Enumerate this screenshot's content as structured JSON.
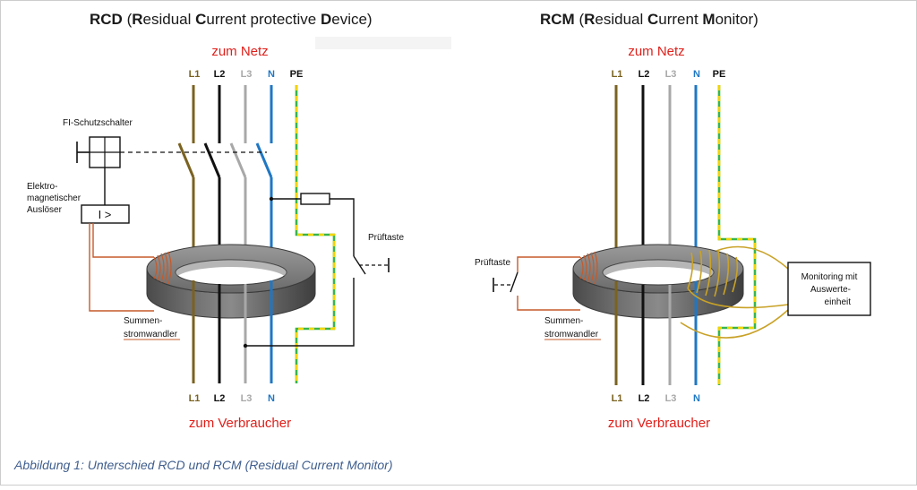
{
  "colors": {
    "L1": "#7a6220",
    "L2": "#111111",
    "L3": "#a8a8a8",
    "N": "#1f77c4",
    "PE_green": "#38b54a",
    "PE_yellow": "#f2d400",
    "red": "#e0201b",
    "caption": "#3f5e8e",
    "coil": "#c65a2a",
    "gold_coil": "#c9a227",
    "core_top": "#8a8a8a",
    "core_side": "#5c5c5c",
    "frame": "#cccccc"
  },
  "rcd": {
    "title_parts": [
      "R",
      "esidual ",
      "C",
      "urrent protective ",
      "D",
      "evice)"
    ],
    "title_abbr": "RCD",
    "title_open": " (",
    "top_label": "zum Netz",
    "bottom_label": "zum Verbraucher",
    "top_conductors": [
      "L1",
      "L2",
      "L3",
      "N",
      "PE"
    ],
    "bottom_conductors": [
      "L1",
      "L2",
      "L3",
      "N"
    ],
    "fi_label": "FI-Schutzschalter",
    "emag_label": [
      "Elektro-",
      "magnetischer",
      "Auslöser"
    ],
    "trigger_symbol": "I >",
    "test_label": "Prüftaste",
    "transformer_label": [
      "Summen-",
      "stromwandler"
    ]
  },
  "rcm": {
    "title_parts": [
      "R",
      "esidual ",
      "C",
      "urrent ",
      "M",
      "onitor)"
    ],
    "title_abbr": "RCM",
    "title_open": " (",
    "top_label": "zum Netz",
    "bottom_label": "zum Verbraucher",
    "top_conductors": [
      "L1",
      "L2",
      "L3",
      "N",
      "PE"
    ],
    "bottom_conductors": [
      "L1",
      "L2",
      "L3",
      "N"
    ],
    "test_label": "Prüftaste",
    "transformer_label": [
      "Summen-",
      "stromwandler"
    ],
    "monitor_label": [
      "Monitoring mit",
      "Auswerte-",
      "einheit"
    ]
  },
  "caption": "Abbildung 1: Unterschied RCD und RCM (Residual Current Monitor)"
}
